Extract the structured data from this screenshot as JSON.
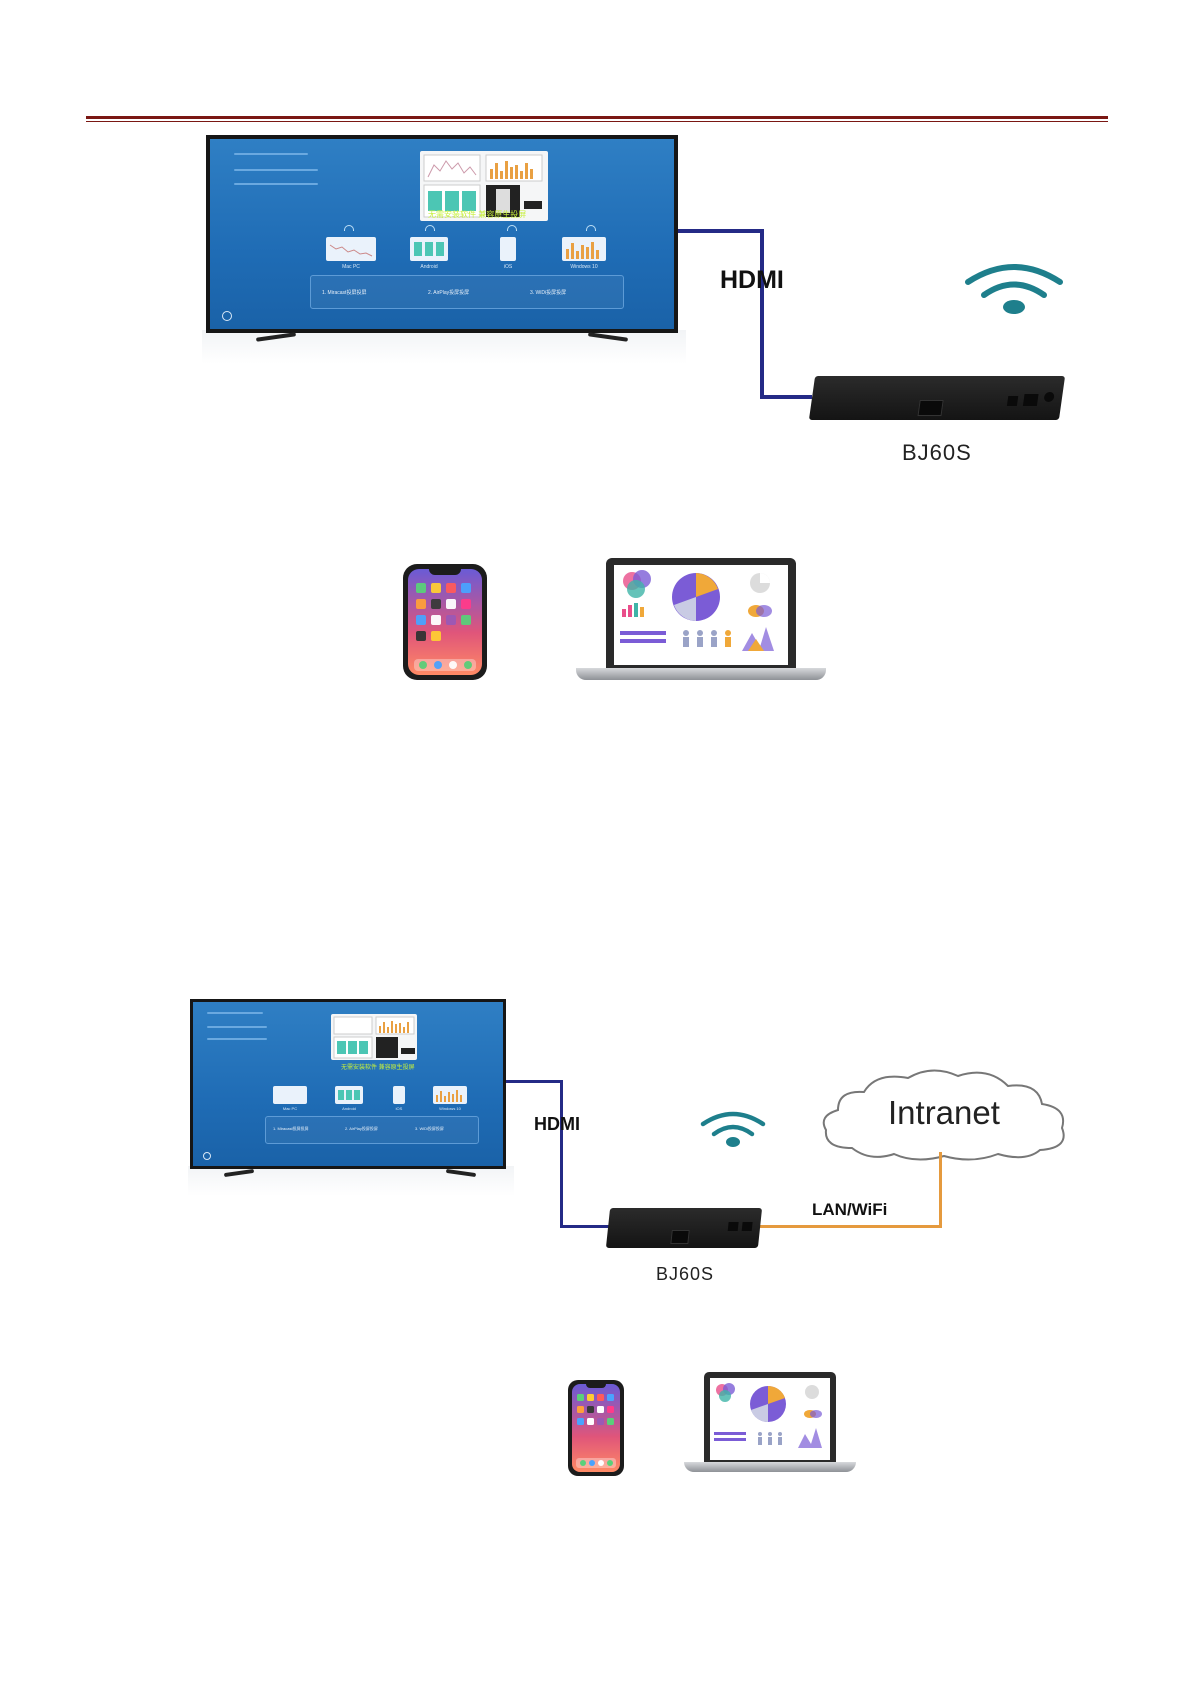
{
  "diagram1": {
    "cable_label": "HDMI",
    "device_model": "BJ60S",
    "tv_screen": {
      "slogan": "无需安装软件   兼容原生投屏",
      "device_labels": [
        "Mac PC",
        "Android",
        "iOS",
        "Windows 10"
      ],
      "steps": [
        "1. Miracast投屏投屏",
        "2. AirPlay投屏投屏",
        "3. WiDi投屏投屏"
      ]
    }
  },
  "diagram2": {
    "cable_label": "HDMI",
    "network_label": "Intranet",
    "link_label": "LAN/WiFi",
    "device_model": "BJ60S",
    "tv_screen": {
      "slogan": "无需安装软件   兼容原生投屏",
      "device_labels": [
        "Mac PC",
        "Android",
        "iOS",
        "Windows 10"
      ],
      "steps": [
        "1. Miracast投屏投屏",
        "2. AirPlay投屏投屏",
        "3. WiDi投屏投屏"
      ]
    }
  },
  "colors": {
    "hdmi_cable": "#242a86",
    "lan_cable": "#e59a3e",
    "wifi": "#1e7f8c",
    "header_rule": "#7a1713",
    "tv_screen": "#2f7fc4"
  }
}
